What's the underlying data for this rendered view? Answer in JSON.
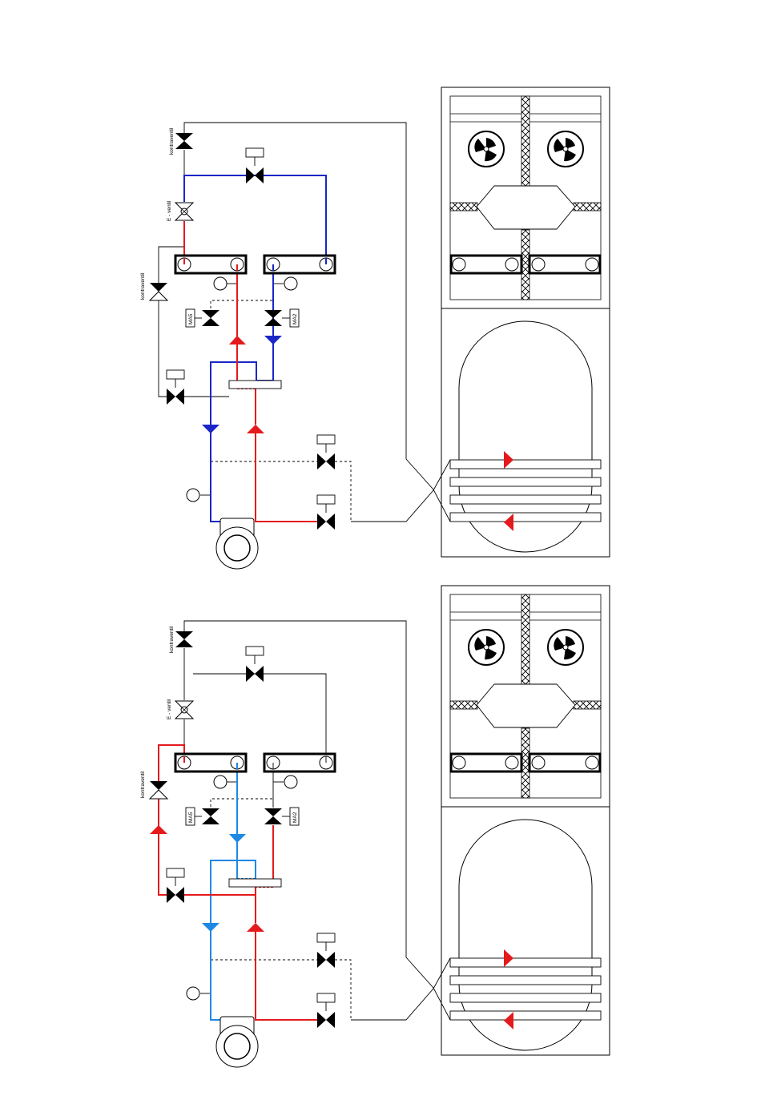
{
  "diagrams": [
    {
      "labels": {
        "check_valve_top": "kontraventil",
        "solenoid_valve": "E - ventil",
        "check_valve_left": "kontraventil",
        "valve_left": "MA5",
        "valve_right": "MA2"
      }
    },
    {
      "labels": {
        "check_valve_top": "kontraventil",
        "solenoid_valve": "E - ventil",
        "check_valve_left": "kontraventil",
        "valve_left": "MA5",
        "valve_right": "MA2"
      }
    }
  ],
  "colors": {
    "hot": "#e41a1c",
    "cold_dark": "#1a26c8",
    "cold_light": "#1e88e5",
    "line": "#000000",
    "hatch": "#000000"
  }
}
